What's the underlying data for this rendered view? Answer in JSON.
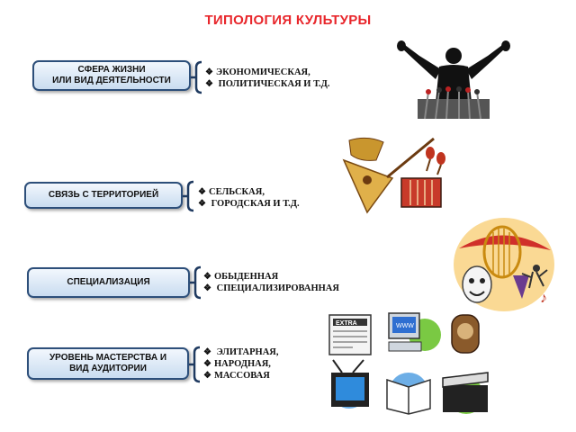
{
  "title": "ТИПОЛОГИЯ КУЛЬТУРЫ",
  "bullet_glyph": "❖",
  "rows": [
    {
      "box_label": "СФЕРА ЖИЗНИ\nИЛИ ВИД ДЕЯТЕЛЬНОСТИ",
      "items": [
        "ЭКОНОМИЧЕСКАЯ,",
        " ПОЛИТИЧЕСКАЯ И Т.Д."
      ],
      "illustration": "politician-at-podium-illustration"
    },
    {
      "box_label": "СВЯЗЬ С ТЕРРИТОРИЕЙ",
      "items": [
        "СЕЛЬСКАЯ,",
        " ГОРОДСКАЯ И Т.Д."
      ],
      "illustration": "folk-instruments-illustration"
    },
    {
      "box_label": "СПЕЦИАЛИЗАЦИЯ",
      "items": [
        "ОБЫДЕННАЯ",
        " СПЕЦИАЛИЗИРОВАННАЯ"
      ],
      "illustration": "arts-theatre-illustration"
    },
    {
      "box_label": "УРОВЕНЬ МАСТЕРСТВА И\nВИД АУДИТОРИИ",
      "items": [
        " ЭЛИТАРНАЯ,",
        "НАРОДНАЯ,",
        "МАССОВАЯ"
      ],
      "illustration": "mass-media-illustration"
    }
  ],
  "media_labels": {
    "newspaper": "EXTRA",
    "screen": "WWW"
  },
  "colors": {
    "title": "#e8262b",
    "box_border": "#2d4f7a",
    "connector": "#1f3a60"
  }
}
